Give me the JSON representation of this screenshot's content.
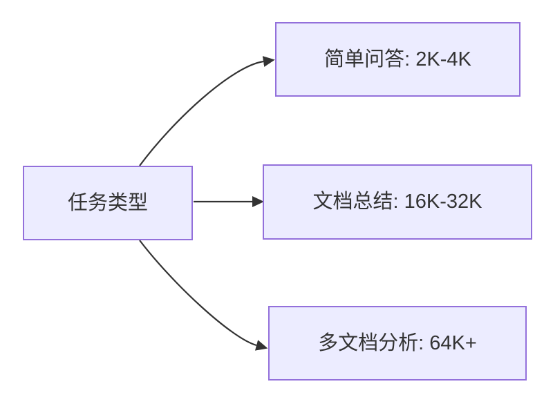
{
  "diagram": {
    "type": "flowchart",
    "direction": "left-to-right",
    "source_node": {
      "id": "task-type",
      "label": "任务类型"
    },
    "target_nodes": [
      {
        "id": "simple-qa",
        "label": "简单问答: 2K-4K"
      },
      {
        "id": "doc-summary",
        "label": "文档总结: 16K-32K"
      },
      {
        "id": "multi-doc",
        "label": "多文档分析: 64K+"
      }
    ],
    "edges": [
      {
        "from": "任务类型",
        "to": "简单问答: 2K-4K"
      },
      {
        "from": "任务类型",
        "to": "文档总结: 16K-32K"
      },
      {
        "from": "任务类型",
        "to": "多文档分析: 64K+"
      }
    ]
  },
  "palette": {
    "node_fill": "#ECECFF",
    "node_border": "#9370DB",
    "edge_color": "#333333",
    "text_color": "#333333",
    "background": "#FFFFFF"
  }
}
